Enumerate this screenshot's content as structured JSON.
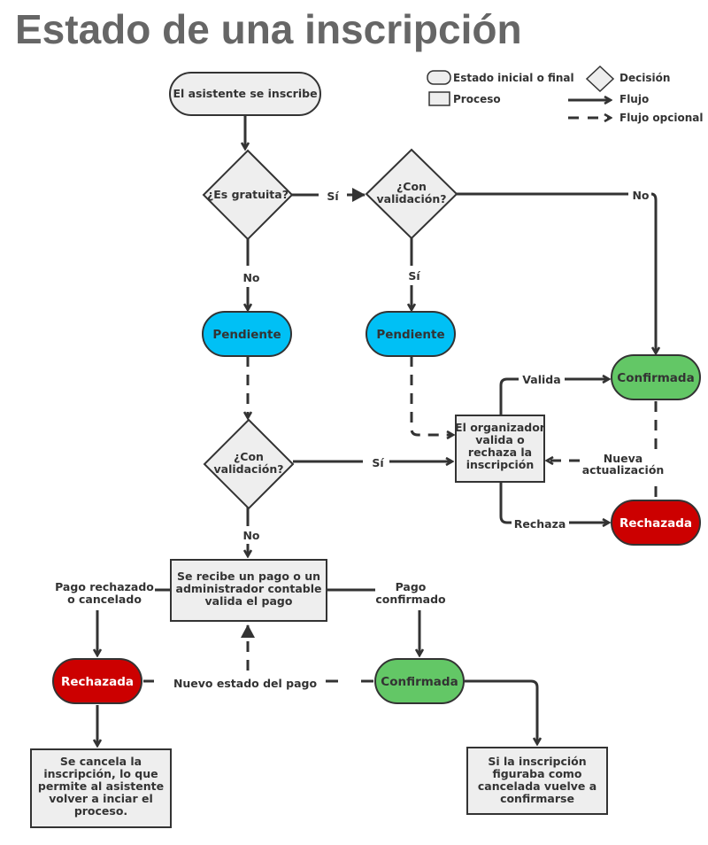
{
  "title": "Estado de una inscripción",
  "legend": {
    "terminal": "Estado inicial o final",
    "process": "Proceso",
    "decision": "Decisión",
    "flow": "Flujo",
    "optional_flow": "Flujo opcional"
  },
  "nodes": {
    "start": "El asistente se inscribe",
    "is_free": [
      "¿Es gratuita?"
    ],
    "validation_top": [
      "¿Con",
      "validación?"
    ],
    "pending_left": "Pendiente",
    "pending_right": "Pendiente",
    "confirmed_top": "Confirmada",
    "organizer": [
      "El organizador",
      "valida o",
      "rechaza la",
      "inscripción"
    ],
    "rejected_top": "Rechazada",
    "validation_mid": [
      "¿Con",
      "validación?"
    ],
    "payment": [
      "Se recibe un pago o un",
      "administrador contable",
      "valida el pago"
    ],
    "rejected_bottom": "Rechazada",
    "confirmed_bottom": "Confirmada",
    "cancel_note": [
      "Se cancela la",
      "inscripción, lo que",
      "permite al asistente",
      "volver a inciar el",
      "proceso."
    ],
    "reconfirm_note": [
      "Si la inscripción",
      "figuraba como",
      "cancelada vuelve a",
      "confirmarse"
    ]
  },
  "labels": {
    "si_1": "Sí",
    "no_1": "No",
    "si_2": "Sí",
    "no_2": "No",
    "valida": "Valida",
    "nueva": [
      "Nueva",
      "actualización"
    ],
    "rechaza": "Rechaza",
    "si_3": "Sí",
    "no_3": "No",
    "pago_rechazado": [
      "Pago rechazado",
      "o cancelado"
    ],
    "pago_confirmado": [
      "Pago",
      "confirmado"
    ],
    "nuevo_estado": "Nuevo estado del pago"
  },
  "colors": {
    "title": "#666666",
    "terminal_fill": "#eeeeee",
    "pending": "#00c0f5",
    "confirmed": "#63c766",
    "rejected": "#cc0000",
    "stroke": "#333333"
  }
}
